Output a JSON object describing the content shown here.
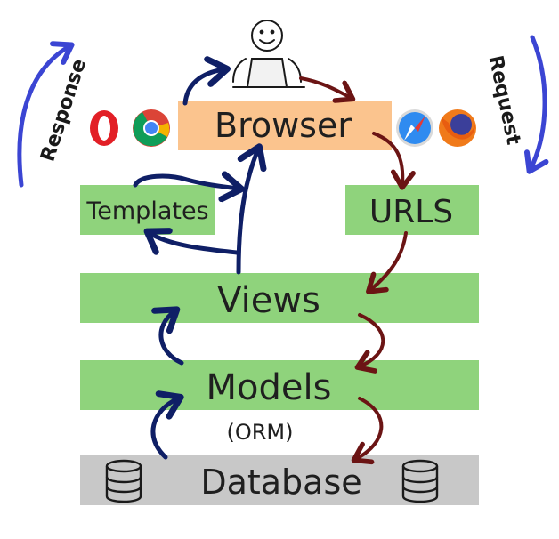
{
  "labels": {
    "browser": "Browser",
    "urls": "URLS",
    "templates": "Templates",
    "views": "Views",
    "models": "Models",
    "orm": "(ORM)",
    "database": "Database",
    "response": "Response",
    "request": "Request"
  },
  "colors": {
    "browser_box": "#fbc48e",
    "layer_box": "#8fd37c",
    "database_box": "#c8c8c8",
    "request_arrow": "#6b1414",
    "response_arrow": "#0f1f66",
    "side_arrow": "#3b45d3",
    "opera": "#e21f26",
    "chrome_red": "#db4437",
    "chrome_yellow": "#f4b400",
    "chrome_green": "#0f9d58",
    "chrome_blue": "#4285f4",
    "safari": "#2f8bf0",
    "firefox": "#f07a1a"
  },
  "icons": {
    "user": "stick-figure-at-laptop-icon",
    "browsers_left": [
      "opera-icon",
      "chrome-icon"
    ],
    "browsers_right": [
      "safari-icon",
      "firefox-icon"
    ],
    "database": "database-cylinder-icon"
  }
}
